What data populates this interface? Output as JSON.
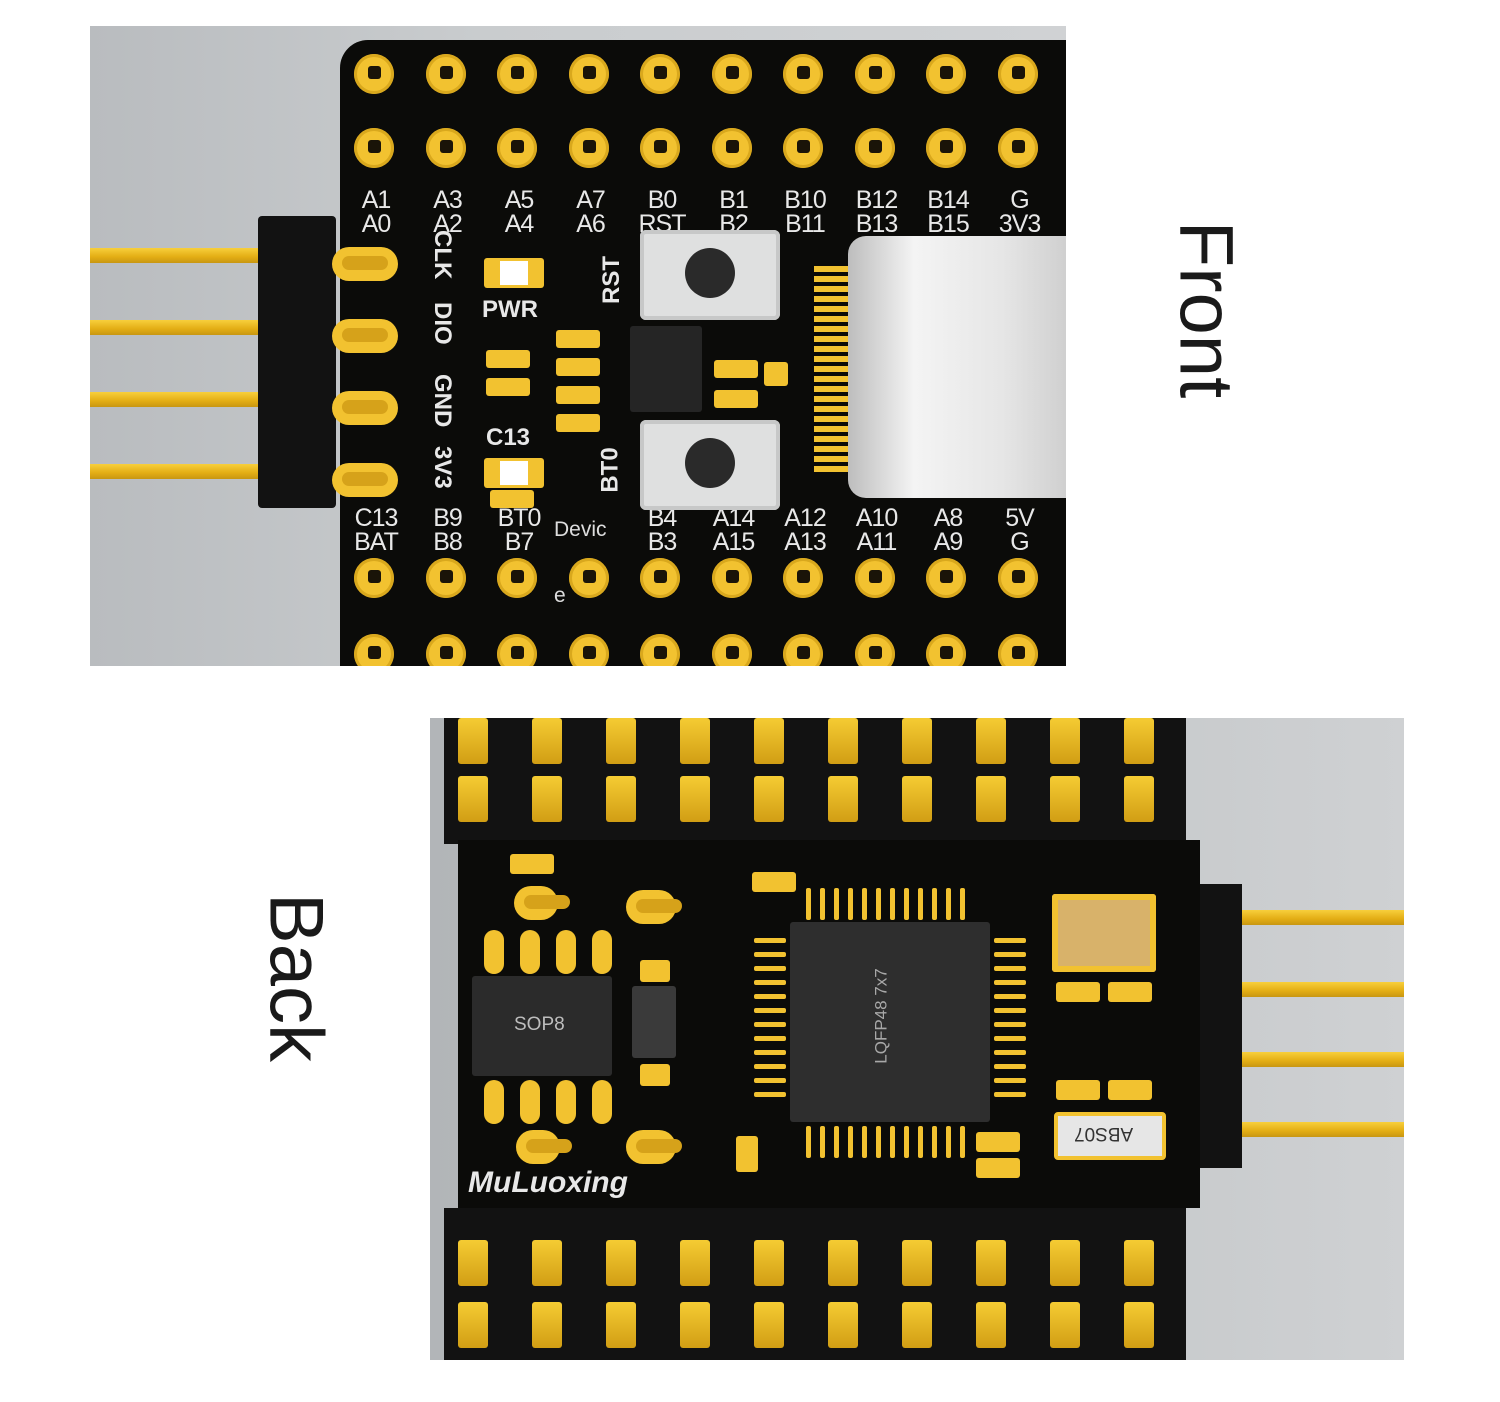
{
  "front": {
    "view_label": "Front",
    "top_labels_row1": [
      "A1",
      "A3",
      "A5",
      "A7",
      "B0",
      "B1",
      "B10",
      "B12",
      "B14",
      "G"
    ],
    "top_labels_row2": [
      "A0",
      "A2",
      "A4",
      "A6",
      "RST",
      "B2",
      "B11",
      "B13",
      "B15",
      "3V3"
    ],
    "bottom_labels_row1": [
      "C13",
      "B9",
      "BT0",
      "",
      "B4",
      "A14",
      "A12",
      "A10",
      "A8",
      "5V"
    ],
    "bottom_labels_row2": [
      "BAT",
      "B8",
      "B7",
      "",
      "B3",
      "A15",
      "A13",
      "A11",
      "A9",
      "G"
    ],
    "swd_labels": [
      "CLK",
      "DIO",
      "GND",
      "3V3"
    ],
    "pwr_label": "PWR",
    "c13_label": "C13",
    "rst_label": "RST",
    "bt0_label": "BT0",
    "overlay_text_1": "Devic",
    "overlay_text_2": "e"
  },
  "back": {
    "view_label": "Back",
    "sop_label": "SOP8",
    "qfp_label": "LQFP48 7x7",
    "crystal_label": "ABS07",
    "brand": "MuLuoxing"
  },
  "colors": {
    "pcb": "#0b0b09",
    "gold": "#f2c230",
    "silkscreen": "#e8e8e8",
    "background_panel": "#c7cacc"
  }
}
